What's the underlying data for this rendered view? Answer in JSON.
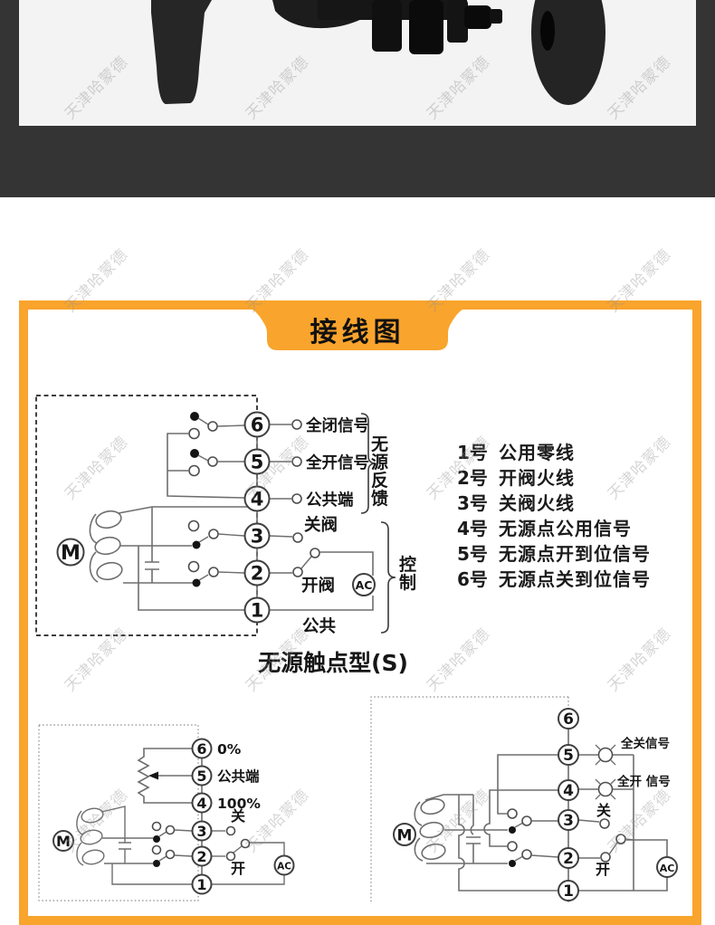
{
  "watermark": {
    "text": "天津哈蒙德"
  },
  "banner": {
    "title": "接线图"
  },
  "main_diagram": {
    "motor": "M",
    "ac": "AC",
    "terminals": [
      "6",
      "5",
      "4",
      "3",
      "2",
      "1"
    ],
    "t6_label": "全闭信号",
    "t5_label": "全开信号",
    "t4_label": "公共端",
    "t3_label": "关阀",
    "t2_label": "开阀",
    "t1_label": "公共",
    "feedback_group_label": "无源反馈",
    "control_group_label": "控制"
  },
  "terminal_list": {
    "items": [
      {
        "num": "1号",
        "desc": "公用零线"
      },
      {
        "num": "2号",
        "desc": "开阀火线"
      },
      {
        "num": "3号",
        "desc": "关阀火线"
      },
      {
        "num": "4号",
        "desc": "无源点公用信号"
      },
      {
        "num": "5号",
        "desc": "无源点开到位信号"
      },
      {
        "num": "6号",
        "desc": "无源点关到位信号"
      }
    ]
  },
  "caption": "无源触点型(S)",
  "left_diagram": {
    "motor": "M",
    "ac": "AC",
    "terminals": [
      "6",
      "5",
      "4",
      "3",
      "2",
      "1"
    ],
    "t6_label": "0%",
    "t5_label": "公共端",
    "t4_label": "100%",
    "t3_label": "关",
    "t2_label": "开"
  },
  "right_diagram": {
    "motor": "M",
    "ac": "AC",
    "terminals": [
      "6",
      "5",
      "4",
      "3",
      "2",
      "1"
    ],
    "close_lamp_label": "全关信号",
    "open_lamp_label": "全开 信号",
    "t3_label": "关",
    "t2_label": "开"
  },
  "colors": {
    "accent_orange": "#F9A42C",
    "dark_band": "#343434",
    "photo_bg": "#f3f3f3"
  }
}
